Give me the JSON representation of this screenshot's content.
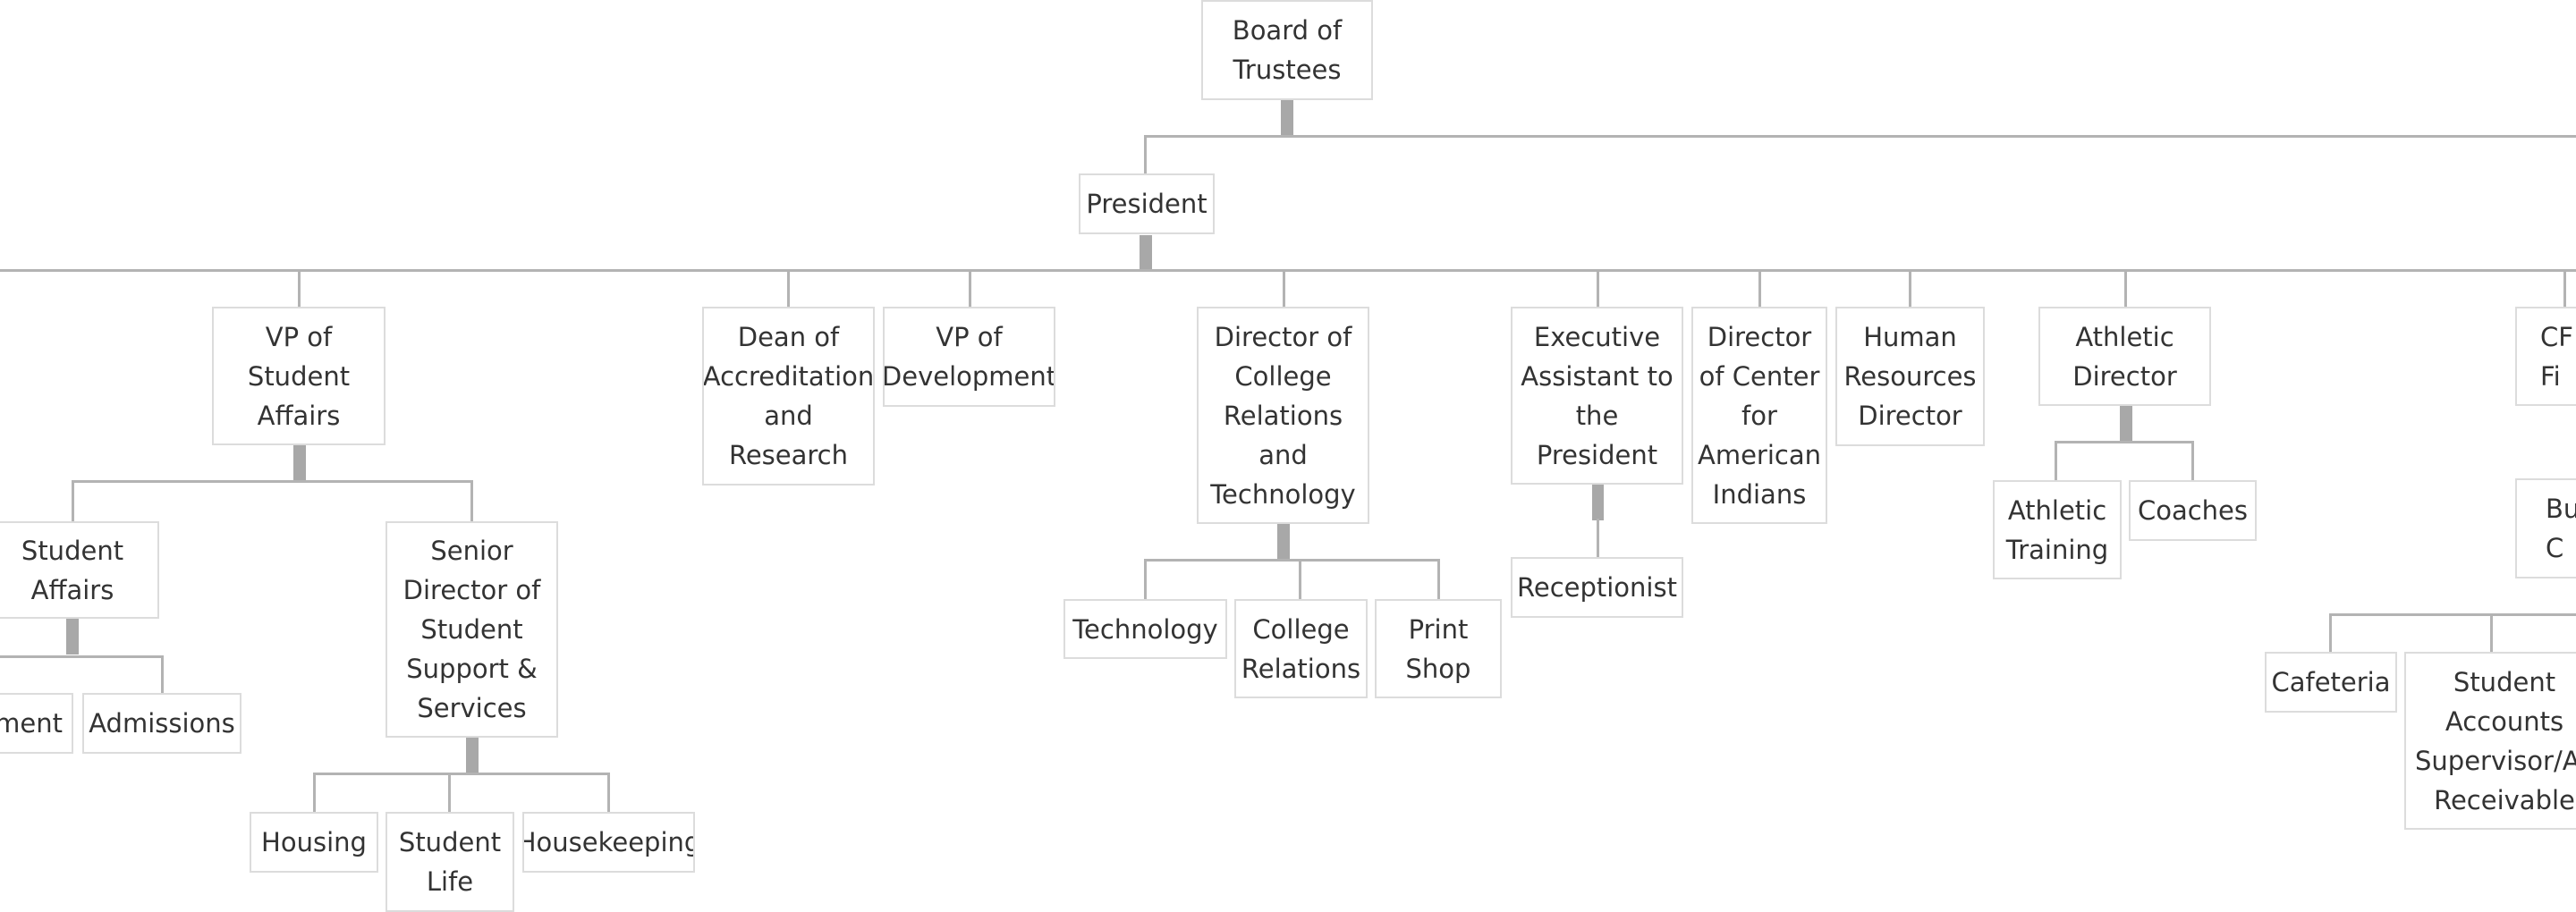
{
  "chart": {
    "nodes": {
      "board": "Board of\nTrustees",
      "president": "President",
      "vp_student_affairs": "VP of\nStudent\nAffairs",
      "dean_accreditation": "Dean of\nAccreditation\nand\nResearch",
      "vp_development": "VP of\nDevelopment",
      "dir_college_relations": "Director of\nCollege\nRelations\nand\nTechnology",
      "exec_assistant": "Executive\nAssistant to\nthe\nPresident",
      "dir_american_indians": "Director\nof Center\nfor\nAmerican\nIndians",
      "hr_director": "Human\nResources\nDirector",
      "athletic_director": "Athletic\nDirector",
      "cfo_partial": "CF\nFi",
      "student_affairs": "Student\nAffairs",
      "senior_director": "Senior\nDirector of\nStudent\nSupport &\nServices",
      "enrollment_partial": "ment",
      "admissions": "Admissions",
      "housing": "Housing",
      "student_life": "Student\nLife",
      "housekeeping": "Housekeeping",
      "technology": "Technology",
      "college_relations": "College\nRelations",
      "print_shop": "Print\nShop",
      "receptionist": "Receptionist",
      "athletic_training": "Athletic\nTraining",
      "coaches": "Coaches",
      "business_partial": "Bu\nC",
      "cafeteria": "Cafeteria",
      "student_accounts": "Student\nAccounts\nSupervisor/Ac\nReceivable"
    },
    "colors": {
      "connector": "#b3b3b3",
      "stem": "#a8a8a8",
      "node_border": "#dcdcdc",
      "text": "#333333"
    }
  }
}
